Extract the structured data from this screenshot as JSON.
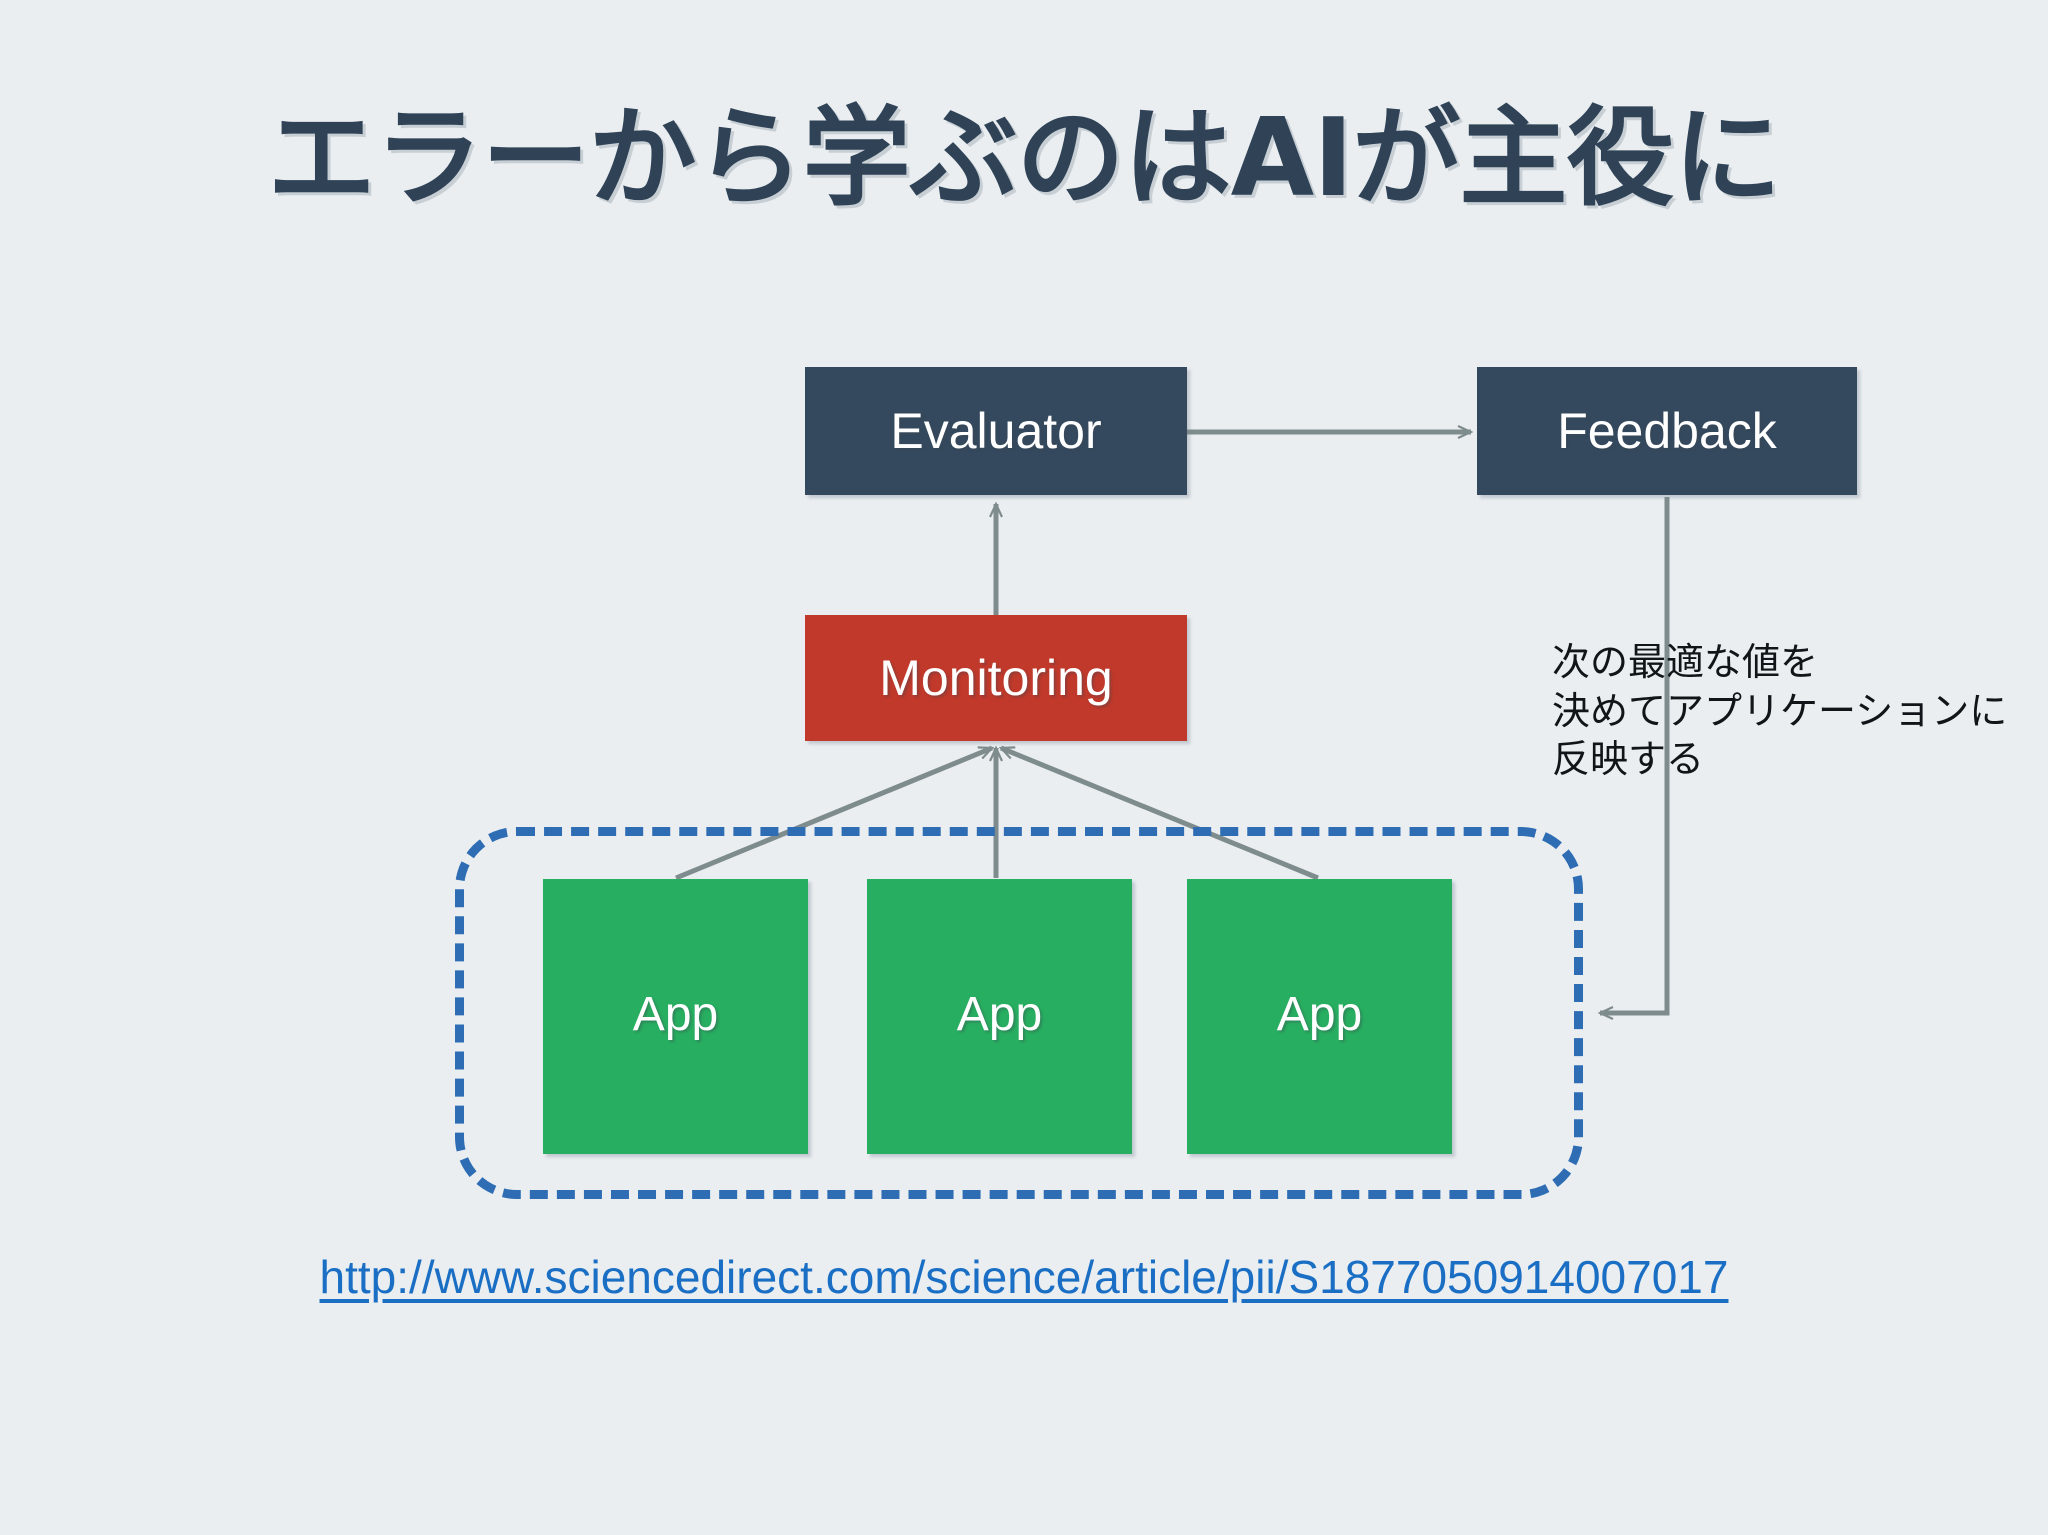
{
  "slide": {
    "title": "エラーから学ぶのはAIが主役に",
    "background_color": "#eaeef1",
    "title_color": "#2f4256"
  },
  "diagram": {
    "type": "flow-diagram",
    "nodes": [
      {
        "id": "evaluator",
        "label": "Evaluator",
        "color": "#34495e",
        "text_color": "#ffffff"
      },
      {
        "id": "feedback",
        "label": "Feedback",
        "color": "#34495e",
        "text_color": "#ffffff"
      },
      {
        "id": "monitoring",
        "label": "Monitoring",
        "color": "#c0392b",
        "text_color": "#ffffff"
      },
      {
        "id": "app1",
        "label": "App",
        "color": "#27ae60",
        "text_color": "#ffffff"
      },
      {
        "id": "app2",
        "label": "App",
        "color": "#27ae60",
        "text_color": "#ffffff"
      },
      {
        "id": "app3",
        "label": "App",
        "color": "#27ae60",
        "text_color": "#ffffff"
      }
    ],
    "group": {
      "id": "app-group",
      "style": "dashed-rounded-rectangle",
      "border_color": "#2e6db4",
      "contains": [
        "app1",
        "app2",
        "app3"
      ]
    },
    "edges": [
      {
        "from": "evaluator",
        "to": "feedback",
        "style": "arrow-right"
      },
      {
        "from": "monitoring",
        "to": "evaluator",
        "style": "arrow-up"
      },
      {
        "from": "app1",
        "to": "monitoring",
        "style": "arrow-up"
      },
      {
        "from": "app2",
        "to": "monitoring",
        "style": "arrow-up"
      },
      {
        "from": "app3",
        "to": "monitoring",
        "style": "arrow-up"
      },
      {
        "from": "feedback",
        "to": "app-group",
        "style": "elbow-arrow-left"
      }
    ],
    "edge_color": "#7f8c8d"
  },
  "annotation": {
    "feedback_note": "次の最適な値を\n決めてアプリケーションに\n反映する"
  },
  "source": {
    "url_label": "http://www.sciencedirect.com/science/article/pii/S1877050914007017",
    "link_color": "#1a6fc4"
  }
}
